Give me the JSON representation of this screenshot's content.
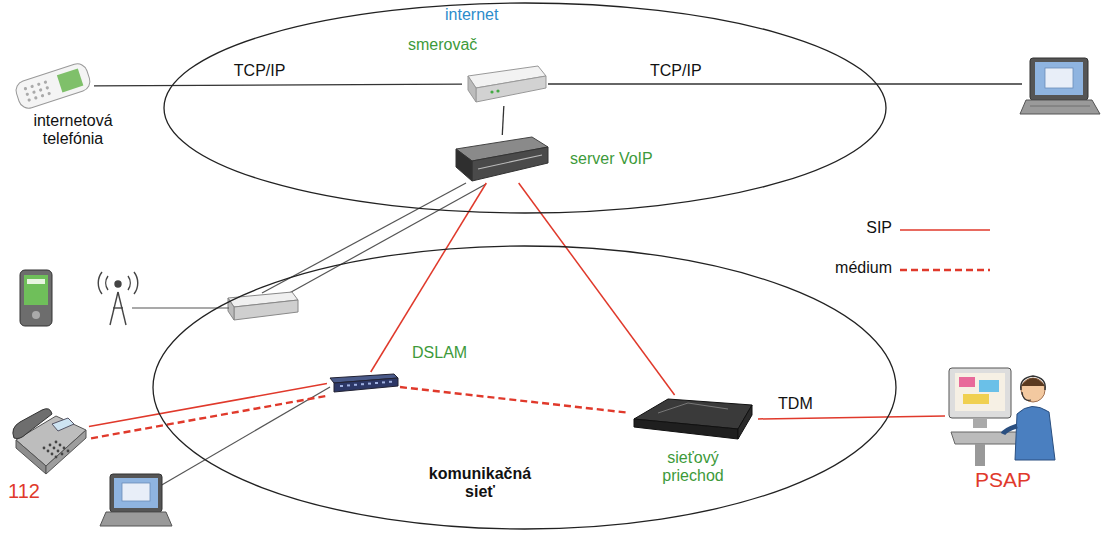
{
  "diagram": {
    "nodes": [
      {
        "text": [
          "internet"
        ]
      },
      {
        "text": [
          "smerovač"
        ],
        "in": 0
      },
      {
        "text": [
          "server VoIP"
        ],
        "in": 0
      },
      {
        "text": [
          "internetová telefónia"
        ]
      },
      {
        "text": [
          "komunikačná sieť"
        ]
      },
      {
        "text": [
          "DSLAM"
        ],
        "in": 4
      },
      {
        "text": [
          "sieťový priechod"
        ],
        "in": 4
      },
      {
        "text": [
          "112"
        ]
      },
      {
        "text": [
          "PSAP"
        ]
      }
    ],
    "edges": [
      {
        "from": 3,
        "to": 1,
        "arrow": "none",
        "label": "TCP/IP"
      },
      {
        "from": 1,
        "to": 2,
        "arrow": "none"
      },
      {
        "from": 2,
        "to": 5,
        "arrow": "none"
      },
      {
        "from": 2,
        "to": 6,
        "arrow": "none"
      },
      {
        "from": 7,
        "to": 5,
        "arrow": "none"
      },
      {
        "from": 7,
        "to": 5,
        "arrow": "none"
      },
      {
        "from": 5,
        "to": 6,
        "arrow": "none"
      },
      {
        "from": 6,
        "to": 8,
        "arrow": "none",
        "label": "TDM"
      }
    ],
    "labels": [
      "TCP/IP"
    ],
    "legend": [
      {
        "text": "SIP"
      },
      {
        "text": "médium"
      }
    ]
  }
}
